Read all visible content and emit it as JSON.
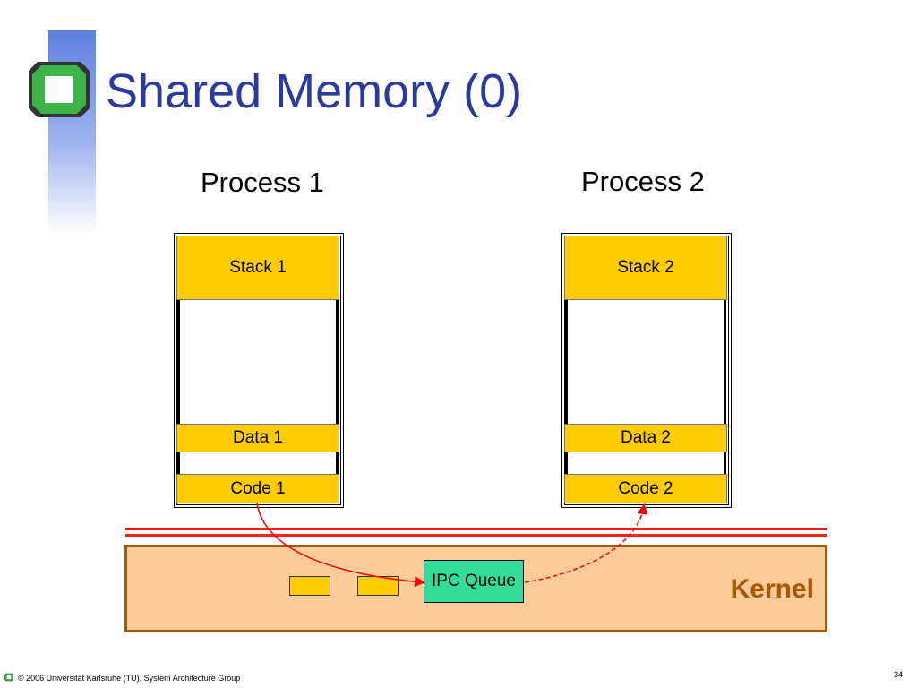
{
  "slide": {
    "title": "Shared Memory (0)",
    "page_number": "34",
    "footer": "© 2006 Universität Karlsruhe (TU), System Architecture Group"
  },
  "process1": {
    "label": "Process 1",
    "stack": "Stack 1",
    "data": "Data 1",
    "code": "Code 1"
  },
  "process2": {
    "label": "Process 2",
    "stack": "Stack 2",
    "data": "Data 2",
    "code": "Code 2"
  },
  "kernel": {
    "label": "Kernel",
    "ipc_queue": "IPC Queue"
  },
  "colors": {
    "title": "#2b3a9e",
    "segment": "#ffcc00",
    "kernel_fill": "#ffcc99",
    "kernel_text": "#a85800",
    "ipc_fill": "#33dd99",
    "arrow": "#ff0000"
  }
}
